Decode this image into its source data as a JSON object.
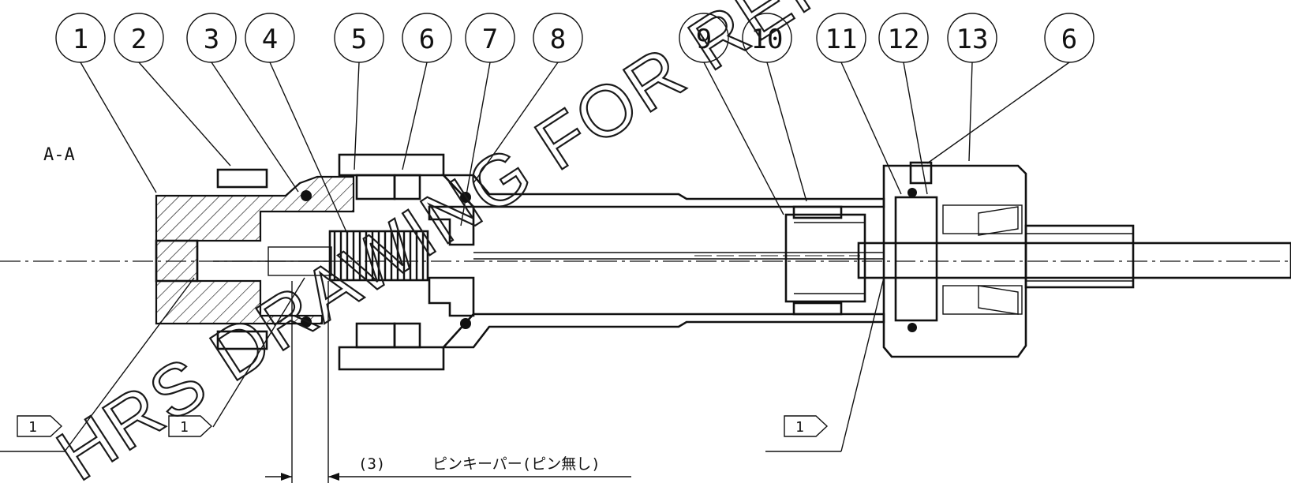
{
  "view_label": "A-A",
  "balloons": [
    "1",
    "2",
    "3",
    "4",
    "5",
    "6",
    "7",
    "8",
    "9",
    "10",
    "11",
    "12",
    "13",
    "6"
  ],
  "flag_label": "1",
  "dimension": {
    "value": "(3)",
    "note": "ピンキーパー(ピン無し)"
  },
  "watermark": "HRS DRAWING FOR REFERENCE"
}
